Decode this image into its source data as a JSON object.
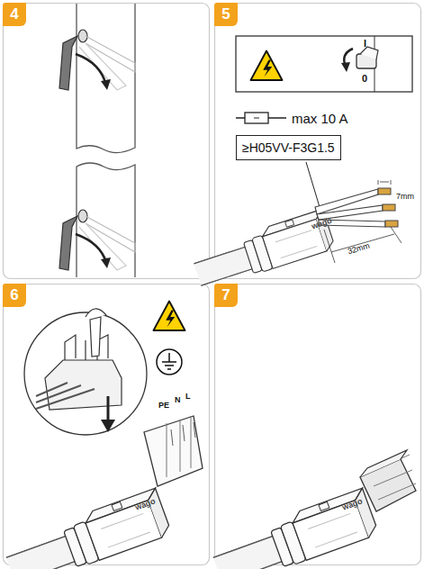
{
  "diagram": {
    "nodes": [
      {
        "text": [
          "4"
        ]
      },
      {
        "text": [
          "5"
        ]
      },
      {
        "text": [
          "6"
        ]
      },
      {
        "text": [
          "7"
        ]
      },
      {
        "text": [
          "≥H05VV-F3G1.5"
        ]
      }
    ],
    "labels": [
      "max 10 A",
      "I",
      "0",
      "7mm",
      "32mm",
      "PE",
      "N",
      "L",
      "wago",
      "wago",
      "wago"
    ]
  }
}
